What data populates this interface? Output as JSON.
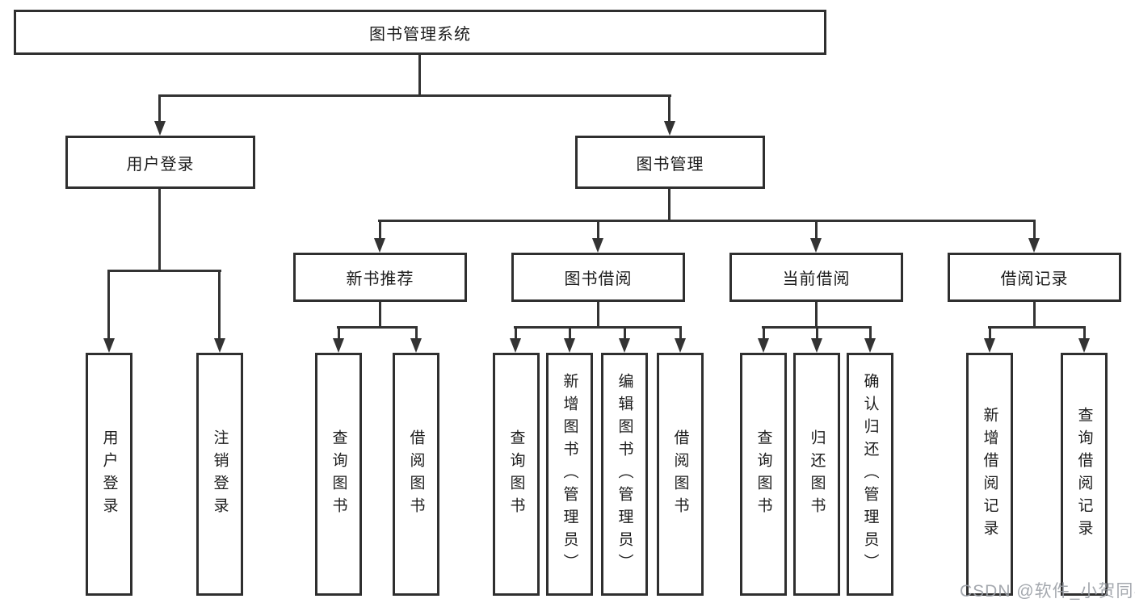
{
  "diagram": {
    "root": {
      "label": "图书管理系统"
    },
    "branches": {
      "userLogin": {
        "label": "用户登录",
        "children": [
          {
            "label": "用户登录"
          },
          {
            "label": "注销登录"
          }
        ]
      },
      "bookManagement": {
        "label": "图书管理",
        "sections": [
          {
            "label": "新书推荐",
            "children": [
              {
                "label": "查询图书"
              },
              {
                "label": "借阅图书"
              }
            ]
          },
          {
            "label": "图书借阅",
            "children": [
              {
                "label": "查询图书"
              },
              {
                "label": "新增图书（管理员）"
              },
              {
                "label": "编辑图书（管理员）"
              },
              {
                "label": "借阅图书"
              }
            ]
          },
          {
            "label": "当前借阅",
            "children": [
              {
                "label": "查询图书"
              },
              {
                "label": "归还图书"
              },
              {
                "label": "确认归还（管理员）"
              }
            ]
          },
          {
            "label": "借阅记录",
            "children": [
              {
                "label": "新增借阅记录"
              },
              {
                "label": "查询借阅记录"
              }
            ]
          }
        ]
      }
    },
    "watermark": {
      "text": "CSDN @软件_小贺同学",
      "color": "#9b9fa6"
    },
    "colors": {
      "line": "#333333",
      "border": "#2f2f2f",
      "text": "#1c1c1c",
      "background": "#ffffff"
    }
  }
}
